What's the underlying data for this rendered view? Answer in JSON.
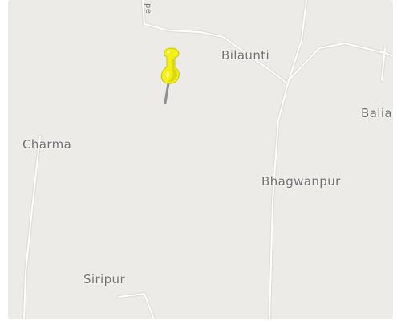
{
  "map": {
    "colors": {
      "land": "#ecebe8",
      "road": "#ffffff",
      "road_casing": "#dcdad6",
      "label": "#6e6e6e",
      "pin_head": "#f4f016",
      "pin_shade": "#c9c406",
      "pin_needle": "#8a8f96"
    },
    "places": {
      "top_road": "pe",
      "bilaunti": "Bilaunti",
      "baliar": "Baliar",
      "charma": "Charma",
      "bhagwanpur": "Bhagwanpur",
      "siripur": "Siripur"
    },
    "marker": {
      "icon": "push-pin-icon"
    }
  }
}
